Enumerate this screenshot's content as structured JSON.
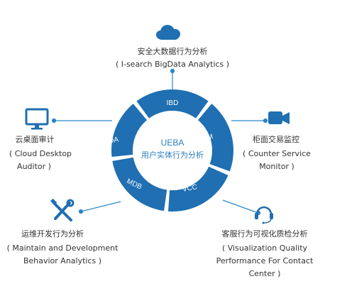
{
  "center": {
    "title": "UEBA",
    "subtitle": "用户实体行为分析"
  },
  "segments": {
    "ibd": "IBD",
    "csm": "CSM",
    "vcc": "VCC",
    "mdb": "MDB",
    "cda": "CDA"
  },
  "modules": {
    "bigdata": {
      "title": "安全大数据行为分析",
      "desc": "( I-search BigData Analytics )",
      "icon": "cloud-icon"
    },
    "counter": {
      "title": "柜面交易监控",
      "desc1": "( Counter Service",
      "desc2": "Monitor )",
      "icon": "video-camera-icon"
    },
    "contact": {
      "title": "客服行为可视化质检分析",
      "desc1": "( Visualization Quality",
      "desc2": "Performance For Contact",
      "desc3": "Center )",
      "icon": "headset-icon"
    },
    "maintain": {
      "title": "运维开发行为分析",
      "desc1": "( Maintain and Development",
      "desc2": "Behavior Analytics )",
      "icon": "tools-icon"
    },
    "cloud_desktop": {
      "title": "云桌面审计",
      "desc1": "( Cloud Desktop",
      "desc2": "Auditor )",
      "icon": "monitor-icon"
    }
  },
  "colors": {
    "primary": "#1f6fb2",
    "connector": "#2b86c5",
    "text": "#333333",
    "center_text": "#2a7fc1"
  }
}
